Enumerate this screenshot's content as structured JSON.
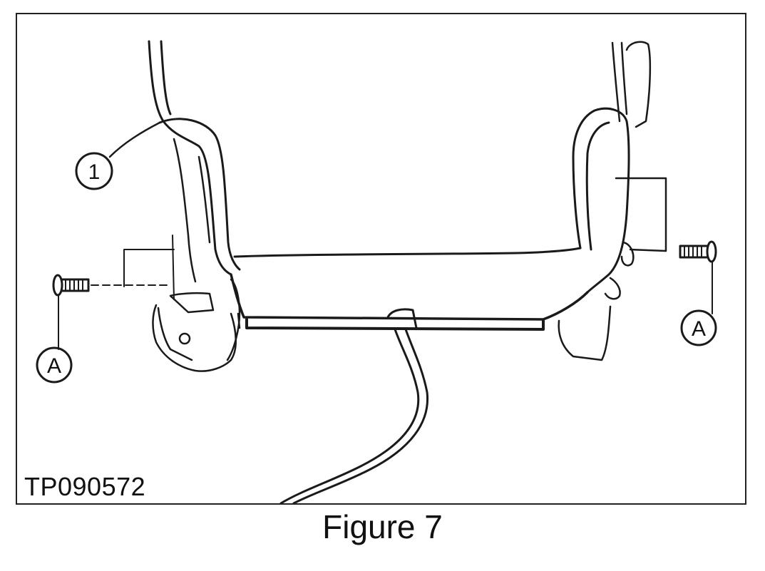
{
  "figure": {
    "part_code": "TP090572",
    "caption": "Figure 7"
  },
  "callouts": {
    "item_1": "1",
    "fastener_left": "A",
    "fastener_right": "A"
  },
  "colors": {
    "line": "#1a1a1a",
    "background": "#ffffff"
  }
}
